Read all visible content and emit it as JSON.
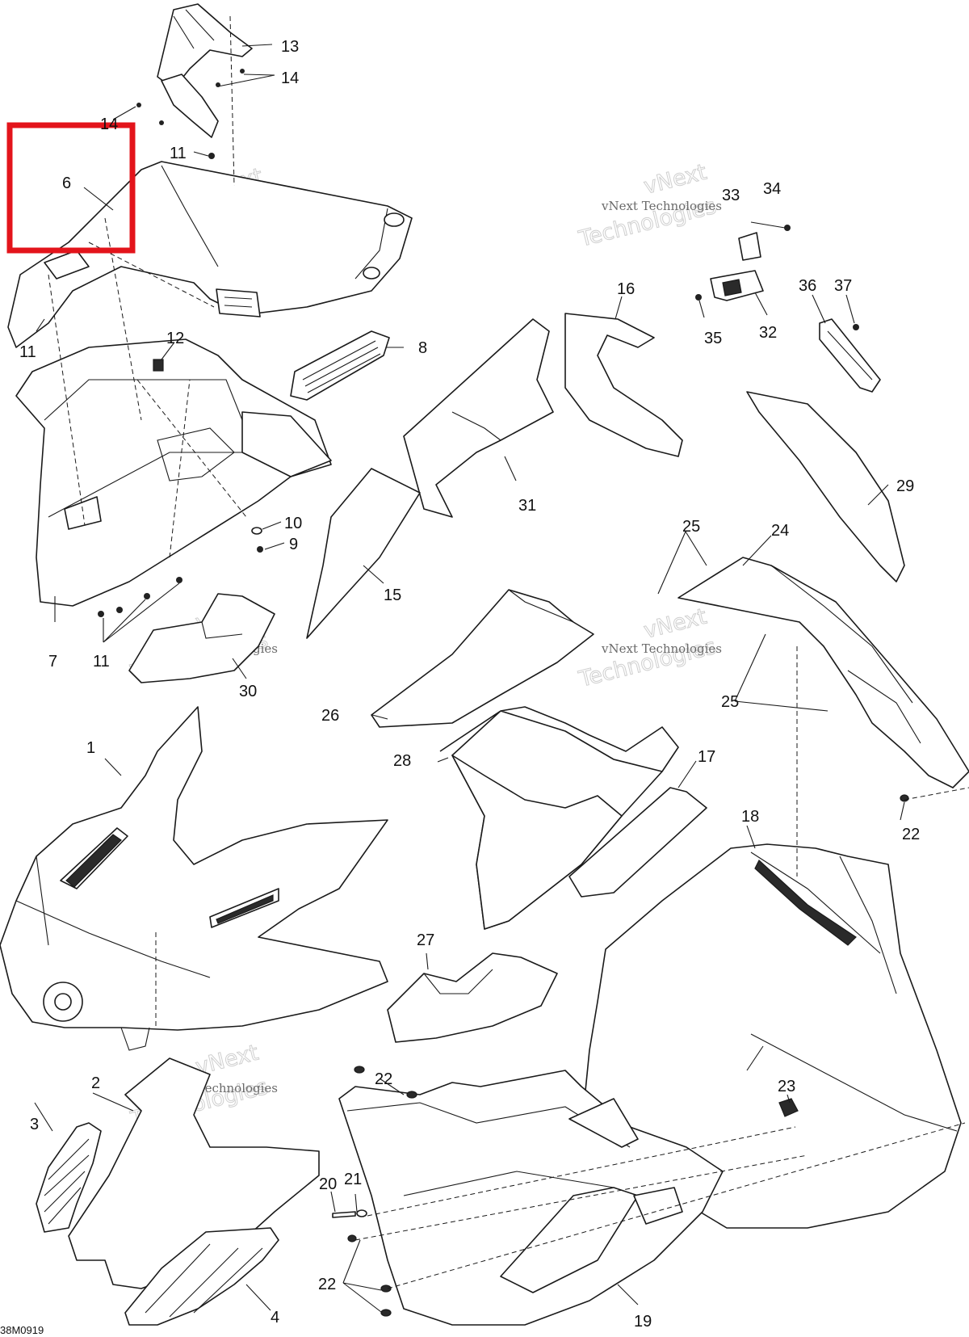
{
  "diagram": {
    "drawing_id": "38M0919",
    "highlight_color": "#e3141b",
    "highlighted_callout": "6",
    "watermark": {
      "line1": "vNext Technologies",
      "line2": "vNext",
      "line3": "Technologies"
    },
    "callouts": {
      "c1": "1",
      "c2": "2",
      "c3": "3",
      "c4": "4",
      "c6": "6",
      "c7": "7",
      "c8": "8",
      "c9": "9",
      "c10": "10",
      "c11a": "11",
      "c11b": "11",
      "c11c": "11",
      "c12": "12",
      "c13": "13",
      "c14a": "14",
      "c14b": "14",
      "c15": "15",
      "c16": "16",
      "c17": "17",
      "c18": "18",
      "c19": "19",
      "c20": "20",
      "c21": "21",
      "c22a": "22",
      "c22b": "22",
      "c22c": "22",
      "c23": "23",
      "c24": "24",
      "c25a": "25",
      "c25b": "25",
      "c26": "26",
      "c27": "27",
      "c28": "28",
      "c29": "29",
      "c30": "30",
      "c31": "31",
      "c32": "32",
      "c33": "33",
      "c34": "34",
      "c35": "35",
      "c36": "36",
      "c37": "37"
    }
  }
}
